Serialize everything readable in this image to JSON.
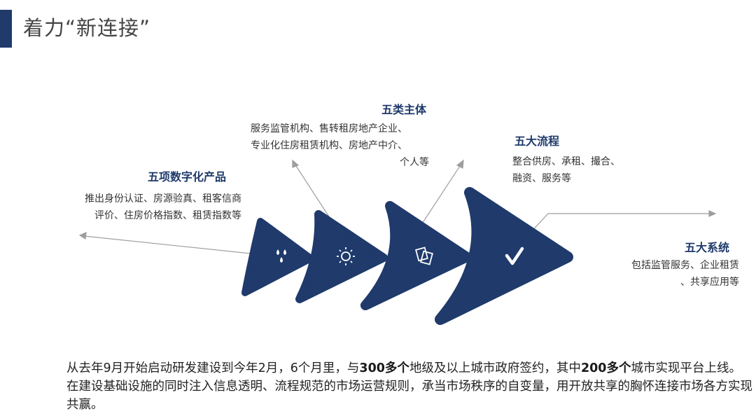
{
  "page": {
    "title": "着力“新连接”"
  },
  "stages": [
    {
      "heading": "五项数字化产品",
      "lines": [
        "推出身份认证、房源验真、租客信商",
        "评价、住房价格指数、租赁指数等"
      ],
      "icon": "water-drops-icon"
    },
    {
      "heading": "五类主体",
      "lines": [
        "服务监管机构、售转租房地产企业、",
        "专业化住房租赁机构、房地产中介、",
        "个人等"
      ],
      "icon": "sun-icon"
    },
    {
      "heading": "五大流程",
      "lines": [
        "整合供房、承租、撮合、",
        "融资、服务等"
      ],
      "icon": "documents-icon"
    },
    {
      "heading": "五大系统",
      "lines": [
        "包括监管服务、企业租赁",
        "、共享应用等"
      ],
      "icon": "checkmark-icon"
    }
  ],
  "summary": {
    "p1": "从去年9月开始启动研发建设到今年2月，6个月里，与",
    "b1": "300多个",
    "p2": "地级及以上城市政府签约，其中",
    "b2": "200多个",
    "p3": "城市实现平台上线。在建设基础设施的同时注入信息透明、流程规范的市场运营规则，承当市场秩序的自变量，用开放共享的胸怀连接市场各方实现共赢。"
  },
  "colors": {
    "accent": "#1f3a6b",
    "connector": "#9e9e9e"
  }
}
